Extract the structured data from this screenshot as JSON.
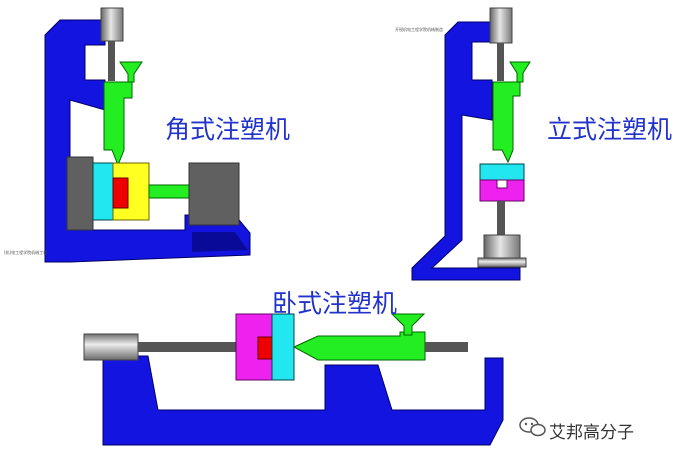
{
  "labels": {
    "angle": "角式注塑机",
    "vertical": "立式注塑机",
    "horizontal": "卧式注塑机"
  },
  "tiny_text": {
    "left": "[机]电工程学院机械工程",
    "right": "开锐机电工程学院机械制造"
  },
  "watermark": {
    "text": "艾邦高分子",
    "icon": "wechat-icon"
  },
  "colors": {
    "frame": "#1414e0",
    "injector": "#22ee22",
    "mold_cyan": "#22e6f0",
    "mold_magenta": "#ee22ee",
    "mold_yellow": "#ffff22",
    "cavity": "#ee0000",
    "cylinder": "#606060",
    "label": "#2233cc"
  }
}
